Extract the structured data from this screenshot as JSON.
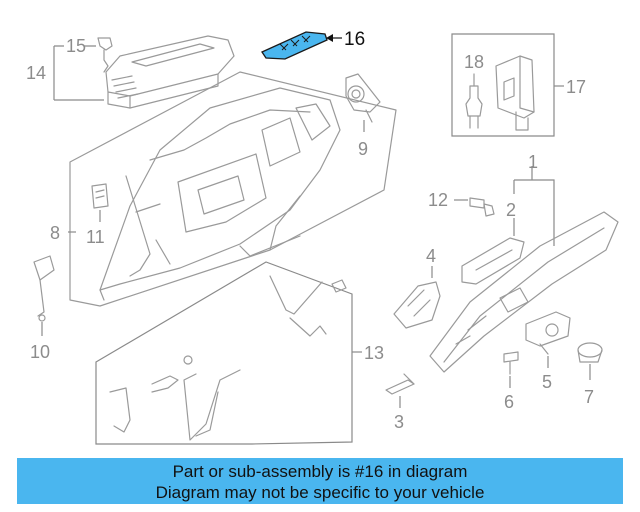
{
  "callouts": {
    "c1": "1",
    "c2": "2",
    "c3": "3",
    "c4": "4",
    "c5": "5",
    "c6": "6",
    "c7": "7",
    "c8": "8",
    "c9": "9",
    "c10": "10",
    "c11": "11",
    "c12": "12",
    "c13": "13",
    "c14": "14",
    "c15": "15",
    "c16": "16",
    "c17": "17",
    "c18": "18"
  },
  "highlight": {
    "part": "16",
    "color": "#4ab6ef"
  },
  "banner": {
    "line1": "Part or sub-assembly is #16 in diagram",
    "line2": "Diagram may not be specific to your vehicle",
    "background": "#4ab6ef"
  }
}
